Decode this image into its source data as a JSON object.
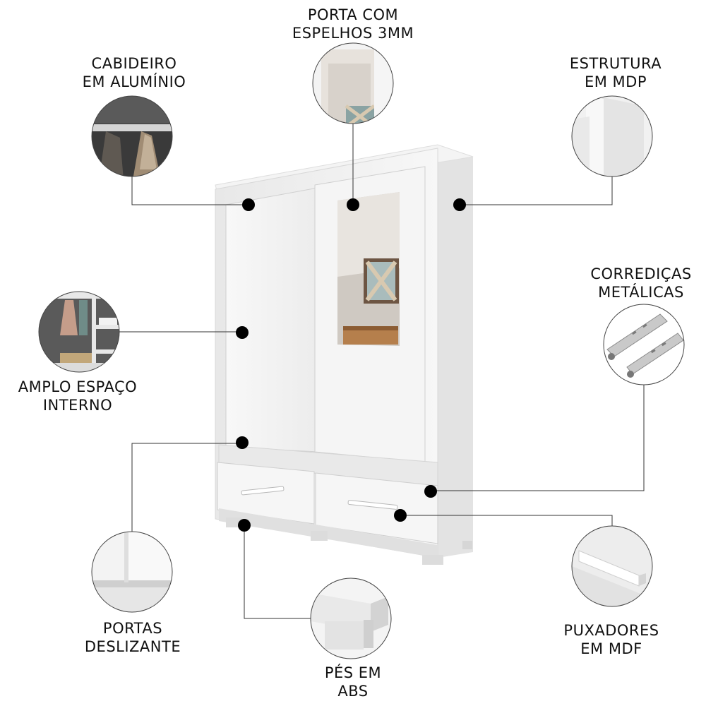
{
  "features": [
    {
      "id": "porta-espelho",
      "lines": [
        "PORTA COM",
        "ESPELHOS 3MM"
      ],
      "image": "mirror-door-detail"
    },
    {
      "id": "cabideiro",
      "lines": [
        "CABIDEIRO",
        "EM ALUMÍNIO"
      ],
      "image": "hanging-rod-detail"
    },
    {
      "id": "estrutura",
      "lines": [
        "ESTRUTURA",
        "EM MDP"
      ],
      "image": "mdp-edge-detail"
    },
    {
      "id": "corredicas",
      "lines": [
        "CORREDIÇAS",
        "METÁLICAS"
      ],
      "image": "metal-slides-detail"
    },
    {
      "id": "espaco",
      "lines": [
        "AMPLO ESPAÇO",
        "INTERNO"
      ],
      "image": "interior-space-detail"
    },
    {
      "id": "portas",
      "lines": [
        "PORTAS",
        "DESLIZANTE"
      ],
      "image": "sliding-door-detail"
    },
    {
      "id": "puxadores",
      "lines": [
        "PUXADORES",
        "EM MDF"
      ],
      "image": "handle-detail"
    },
    {
      "id": "pes",
      "lines": [
        "PÉS EM",
        "ABS"
      ],
      "image": "abs-feet-detail"
    }
  ],
  "colors": {
    "leader_line": "#333333",
    "marker": "#000000",
    "furniture": "#f2f2f2",
    "furniture_shadow": "#d9d9d9"
  }
}
